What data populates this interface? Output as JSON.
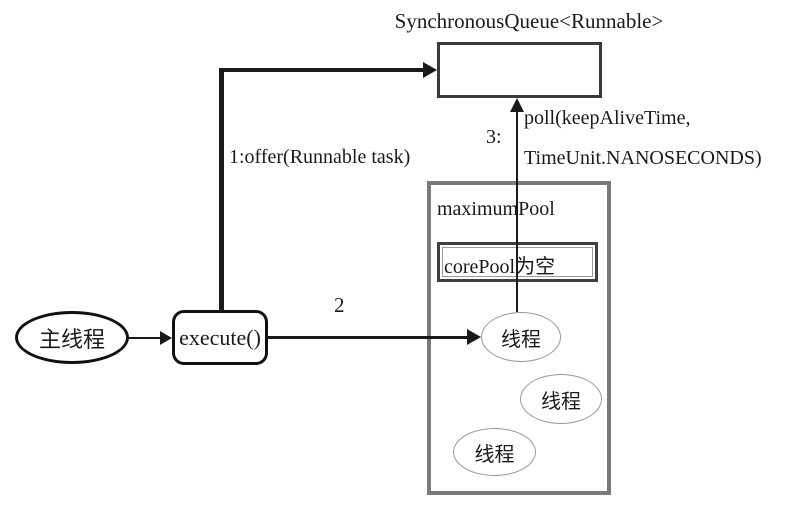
{
  "diagram": {
    "queue_title": "SynchronousQueue<Runnable>",
    "labels": {
      "offer": "1:offer(Runnable task)",
      "step2": "2",
      "step3": "3:",
      "poll_line1": "poll(keepAliveTime,",
      "poll_line2": "TimeUnit.NANOSECONDS)"
    },
    "nodes": {
      "main_thread": "主线程",
      "execute": "execute()",
      "maximum_pool": "maximumPool",
      "core_pool": "corePool为空",
      "threads": [
        "线程",
        "线程",
        "线程"
      ]
    },
    "colors": {
      "line": "#1a1a1a",
      "box_border": "#3a3a3a",
      "pool_border": "#7a7a7a",
      "ellipse_border": "#999999",
      "background": "#ffffff"
    }
  }
}
